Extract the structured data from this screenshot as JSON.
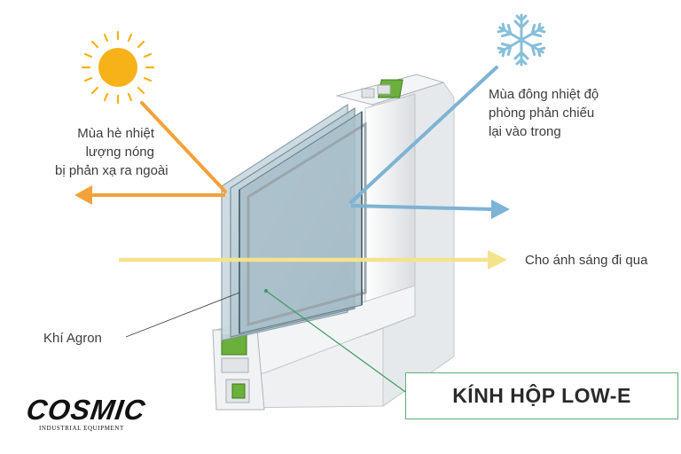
{
  "labels": {
    "summer": [
      "Mùa hè nhiệt",
      "lượng nóng",
      "bị phản xạ ra ngoài"
    ],
    "winter": [
      "Mùa đông nhiệt độ",
      "phòng phản chiếu",
      "lại vào trong"
    ],
    "light": "Cho ánh sáng đi qua",
    "argon": "Khí Agron",
    "title": "KÍNH HỘP LOW-E"
  },
  "logo": {
    "word": "COSMIC",
    "sub": "INDUSTRIAL EQUIPMENT"
  },
  "icons": [
    "sun-icon",
    "snowflake-icon",
    "cosmic-logo-icon"
  ],
  "colors": {
    "sun": "#f7b119",
    "heat_arrow": "#f2a23a",
    "cold_arrow": "#7db3d4",
    "light_beam": "#f3e38e",
    "frame_green": "#6ab03a",
    "callout_green": "#5fae7c",
    "glass": "#b9cdd6"
  }
}
